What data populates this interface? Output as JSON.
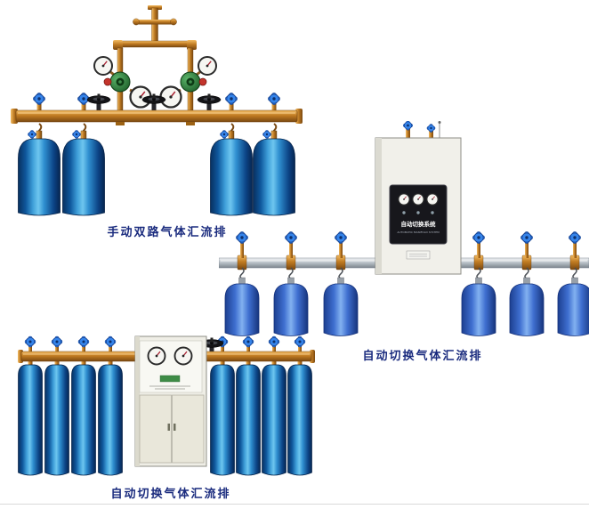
{
  "page": {
    "background": "#ffffff",
    "caption_color": "#1a2b7e",
    "brass_color": "#c07b22",
    "cylinder_blue": "#1565c0",
    "cabinet_color": "#f1f0ea"
  },
  "products": [
    {
      "id": "manual-dual-manifold",
      "caption": "手动双路气体汇流排"
    },
    {
      "id": "auto-switch-manifold-wall",
      "caption": "自动切换气体汇流排",
      "cabinet_panel": {
        "title": "自动切换系统",
        "subtitle": "AUTOMATIC MANIFOLD SYSTEM"
      }
    },
    {
      "id": "auto-switch-manifold-floor",
      "caption": "自动切换气体汇流排"
    }
  ]
}
